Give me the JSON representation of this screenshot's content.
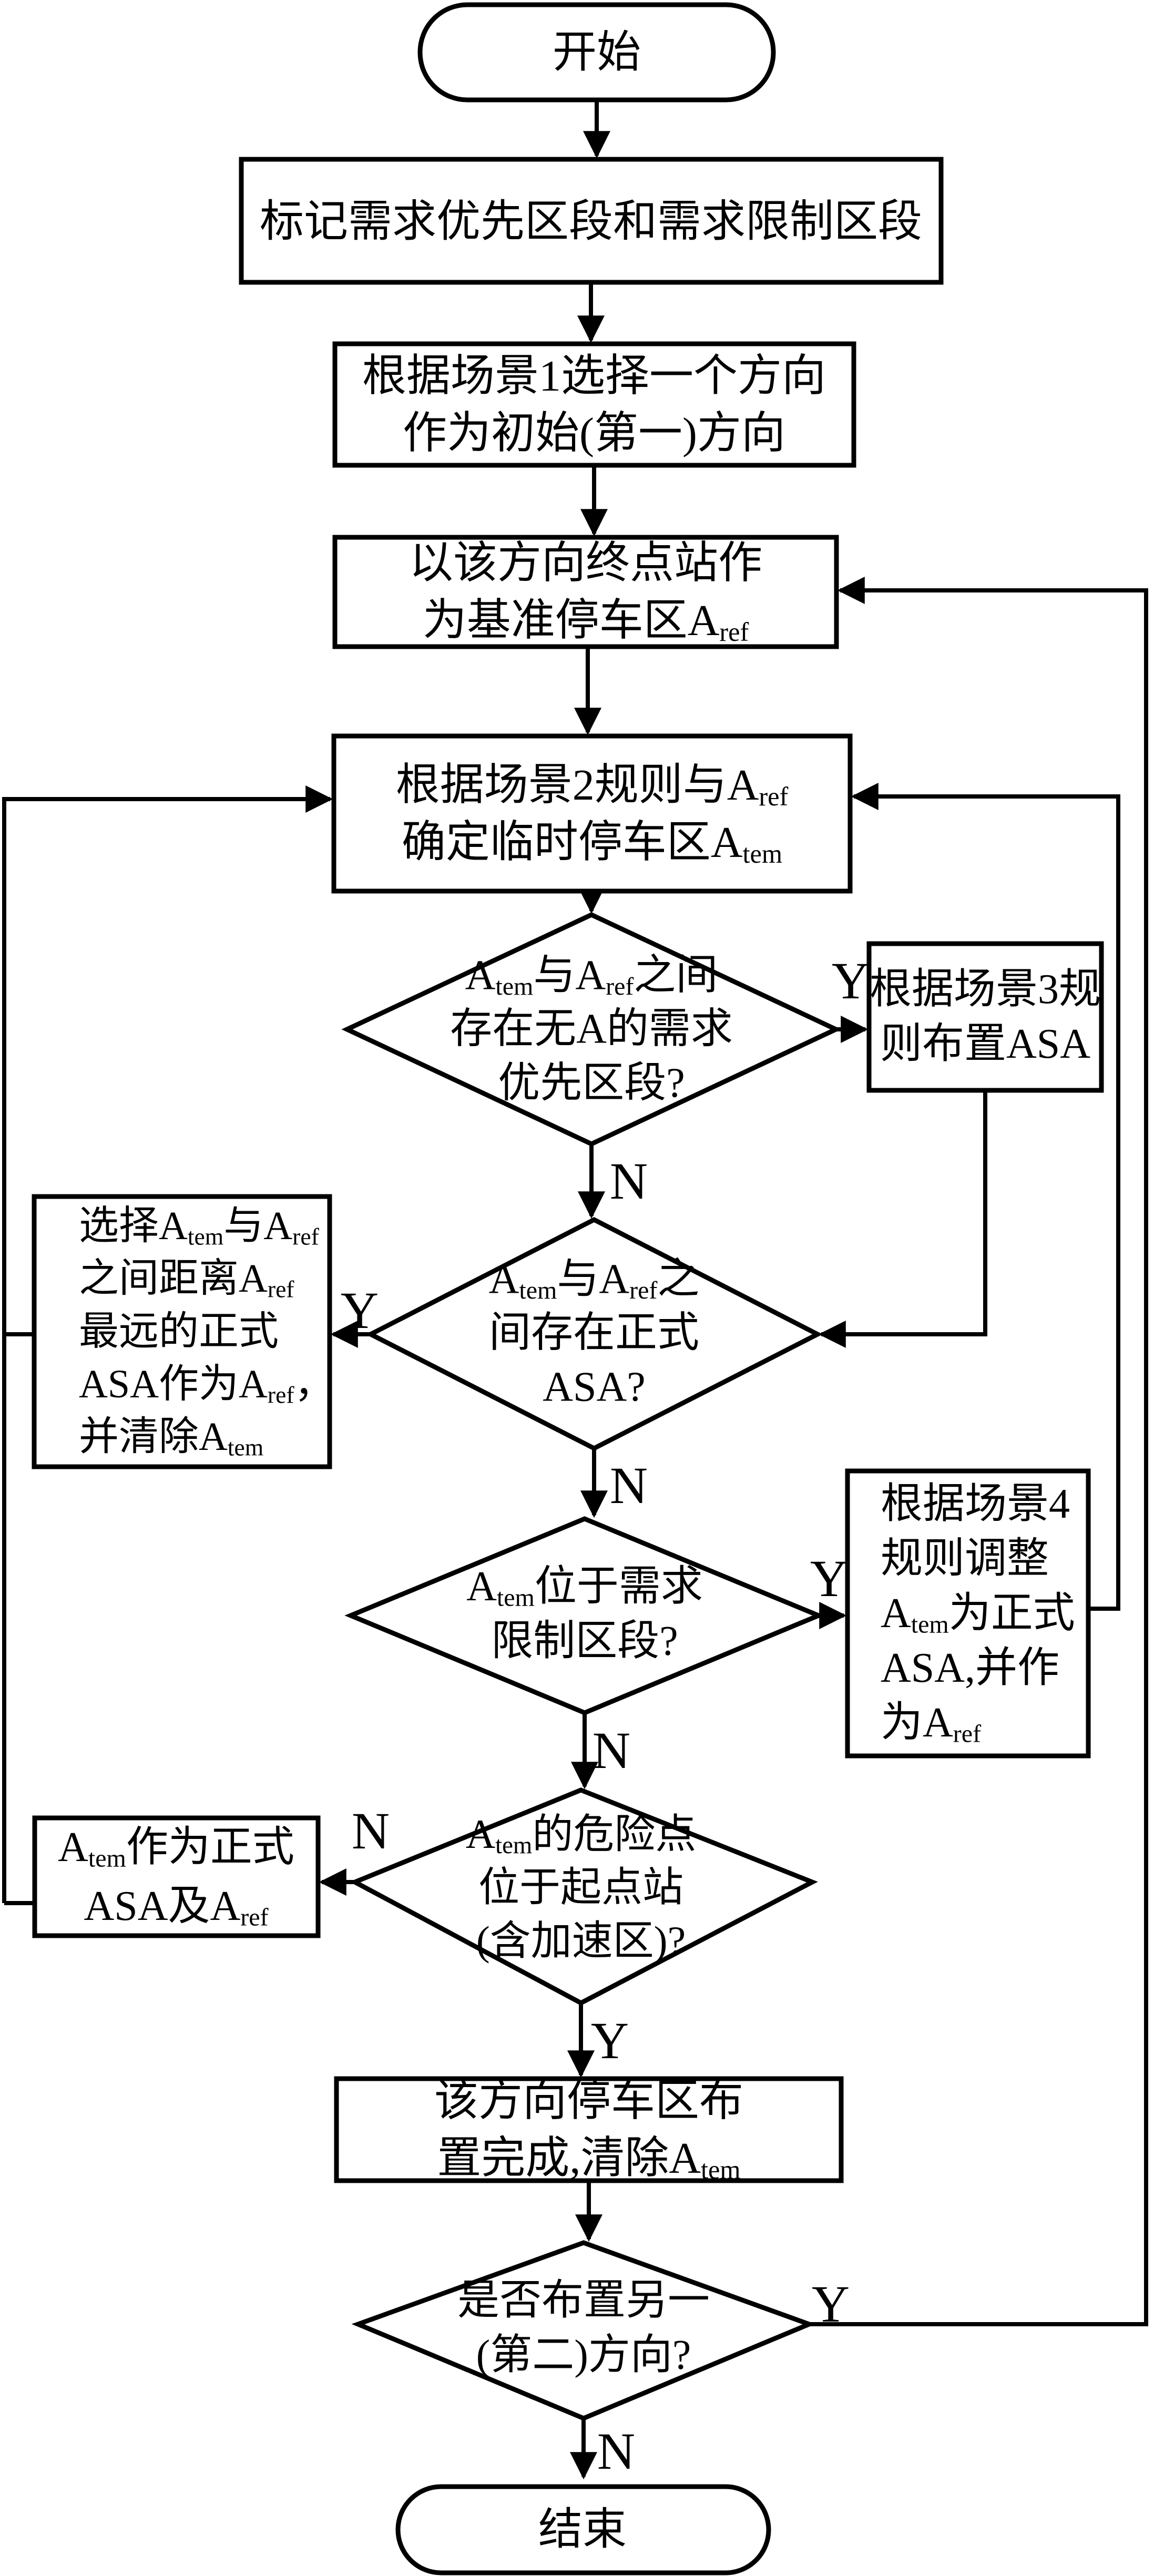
{
  "diagram": {
    "type": "flowchart",
    "colors": {
      "line": "#000000",
      "background": "#ffffff",
      "text": "#000000"
    },
    "nodes": {
      "start": {
        "kind": "terminator",
        "lines": [
          "开始"
        ]
      },
      "mark_sections": {
        "kind": "process",
        "lines": [
          "标记需求优先区段和需求限制区段"
        ]
      },
      "choose_direction": {
        "kind": "process",
        "lines": [
          "根据场景1选择一个方向",
          "作为初始(第一)方向"
        ]
      },
      "terminal_as_ref": {
        "kind": "process",
        "lines": [
          "以该方向终点站作",
          "为基准停车区A_{ref}"
        ]
      },
      "determine_atem": {
        "kind": "process",
        "lines": [
          "根据场景2规则与A_{ref}",
          "确定临时停车区A_{tem}"
        ]
      },
      "decision_priority_section": {
        "kind": "decision",
        "lines": [
          "A_{tem}与A_{ref}之间",
          "存在无A的需求",
          "优先区段?"
        ]
      },
      "scene3_place_asa": {
        "kind": "process",
        "lines": [
          "根据场景3规",
          "则布置ASA"
        ]
      },
      "decision_formal_asa": {
        "kind": "decision",
        "lines": [
          "A_{tem}与A_{ref}之",
          "间存在正式",
          "ASA?"
        ]
      },
      "select_farthest": {
        "kind": "process",
        "lines": [
          "选择A_{tem}与A_{ref}",
          "之间距离A_{ref}",
          "最远的正式",
          "ASA作为A_{ref}，",
          "并清除A_{tem}"
        ]
      },
      "decision_restricted_section": {
        "kind": "decision",
        "lines": [
          "A_{tem}位于需求",
          "限制区段?"
        ]
      },
      "scene4_adjust": {
        "kind": "process",
        "lines": [
          "根据场景4",
          "规则调整",
          "A_{tem}为正式",
          "ASA,并作",
          "为A_{ref}"
        ]
      },
      "decision_danger_point": {
        "kind": "decision",
        "lines": [
          "A_{tem}的危险点",
          "位于起点站",
          "(含加速区)?"
        ]
      },
      "atem_as_formal": {
        "kind": "process",
        "lines": [
          "A_{tem}作为正式",
          "ASA及A_{ref}"
        ]
      },
      "direction_done": {
        "kind": "process",
        "lines": [
          "该方向停车区布",
          "置完成,清除A_{tem}"
        ]
      },
      "decision_other_direction": {
        "kind": "decision",
        "lines": [
          "是否布置另一",
          "(第二)方向?"
        ]
      },
      "end": {
        "kind": "terminator",
        "lines": [
          "结束"
        ]
      }
    },
    "edge_labels": {
      "priority_yes": "Y",
      "priority_no": "N",
      "formal_yes": "Y",
      "formal_no": "N",
      "restricted_yes": "Y",
      "restricted_no": "N",
      "danger_no": "N",
      "danger_yes": "Y",
      "other_yes": "Y",
      "other_no": "N"
    }
  }
}
